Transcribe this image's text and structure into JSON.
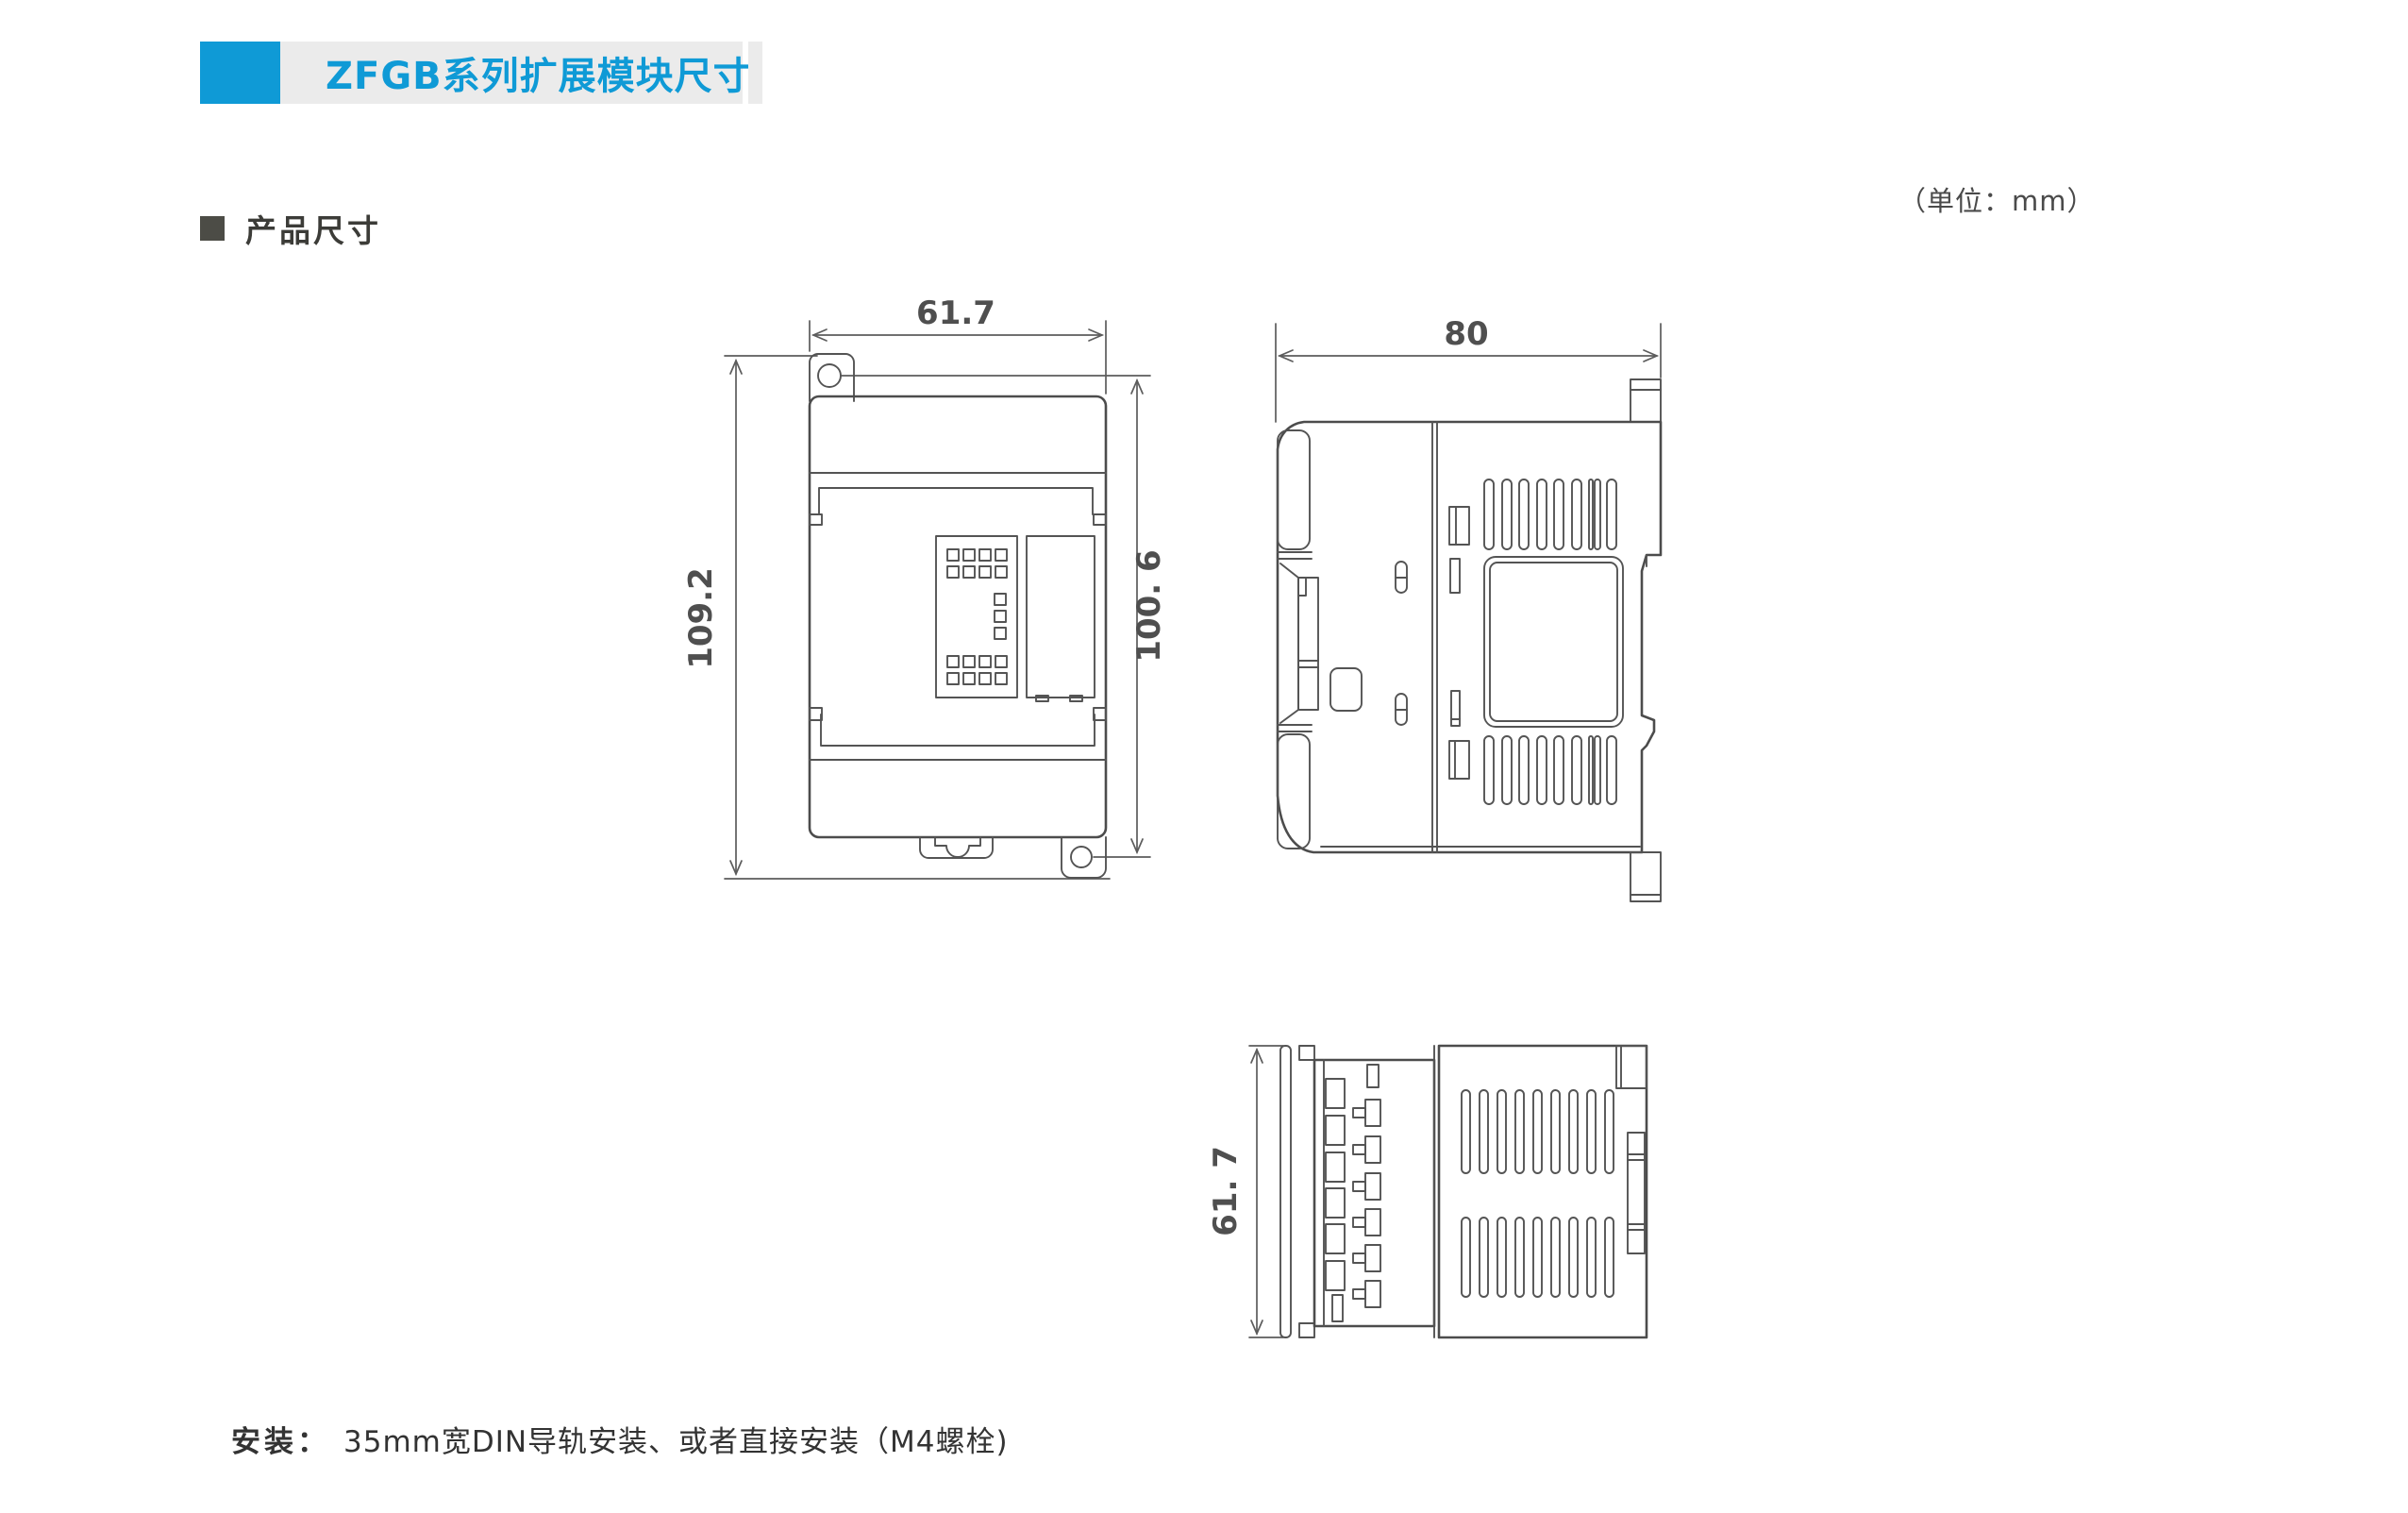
{
  "header": {
    "title": "ZFGB系列扩展模块尺寸",
    "accent_color": "#0f9ad6",
    "banner_bg": "#ebebeb"
  },
  "section_title": "产品尺寸",
  "unit_note": "（单位：mm）",
  "views": {
    "front": {
      "name": "front-view",
      "width_mm": "61.7",
      "height_mm": "109.2",
      "inner_height_mm": "100. 6"
    },
    "side": {
      "name": "side-view",
      "depth_mm": "80"
    },
    "bottom": {
      "name": "bottom-view",
      "width_mm": "61. 7"
    }
  },
  "footer": {
    "label": "安装：",
    "text": "35mm宽DIN导轨安装、或者直接安装（M4螺栓)"
  },
  "colors": {
    "line": "#545454",
    "dim_text": "#4f4f4f",
    "title_text": "#3c3c38"
  }
}
